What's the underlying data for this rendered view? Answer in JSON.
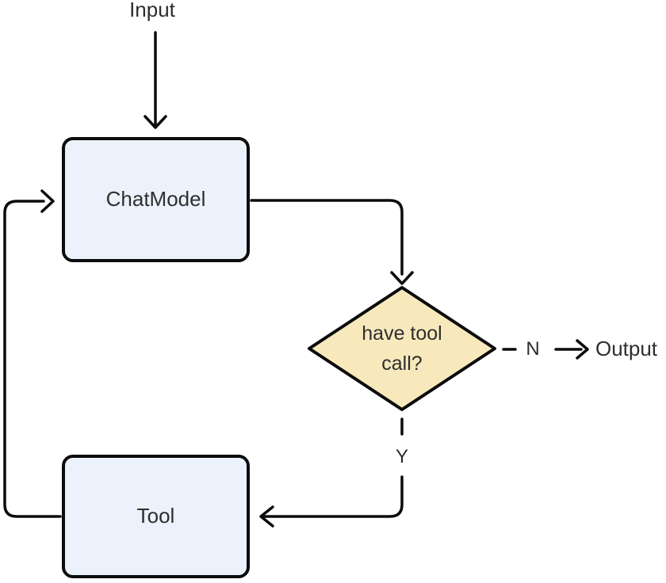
{
  "colors": {
    "background": "#ffffff",
    "stroke": "#0c0c0c",
    "text": "#2e2e2e",
    "process_fill": "#ecf2fb",
    "decision_fill": "#f8e9bd"
  },
  "nodes": {
    "input": {
      "label": "Input"
    },
    "chat_model": {
      "label": "ChatModel"
    },
    "decision": {
      "label": "have tool call?",
      "line1": "have tool",
      "line2": "call?"
    },
    "tool": {
      "label": "Tool"
    },
    "output": {
      "label": "Output"
    }
  },
  "edges": {
    "input_to_chat_model": {
      "style": "solid-arrow"
    },
    "chat_model_to_decision": {
      "style": "solid-arrow"
    },
    "decision_to_output": {
      "label": "N",
      "style": "dashed-arrow"
    },
    "decision_to_tool": {
      "label": "Y",
      "style": "dashed-then-solid-arrow"
    },
    "tool_to_chat_model": {
      "style": "solid-arrow"
    }
  }
}
